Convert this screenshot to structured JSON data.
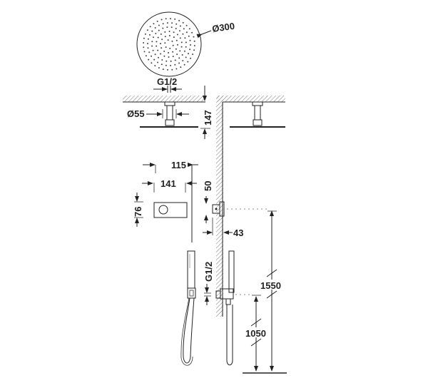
{
  "diagram": {
    "type": "technical-installation-drawing",
    "subject": "Built-in shower set: ceiling rain head, thermostatic valve, handshower with wall elbow",
    "dimensions": {
      "head_diameter": "Ø300",
      "inlet_thread_top": "G1/2",
      "arm_diameter": "Ø55",
      "arm_height": "147",
      "control_depth": "115",
      "control_width": "141",
      "control_height": "76",
      "control_offset": "50",
      "wall_projection": "43",
      "inlet_thread_bottom": "G1/2",
      "valve_height": "1550",
      "outlet_height": "1050"
    },
    "units": "mm"
  }
}
